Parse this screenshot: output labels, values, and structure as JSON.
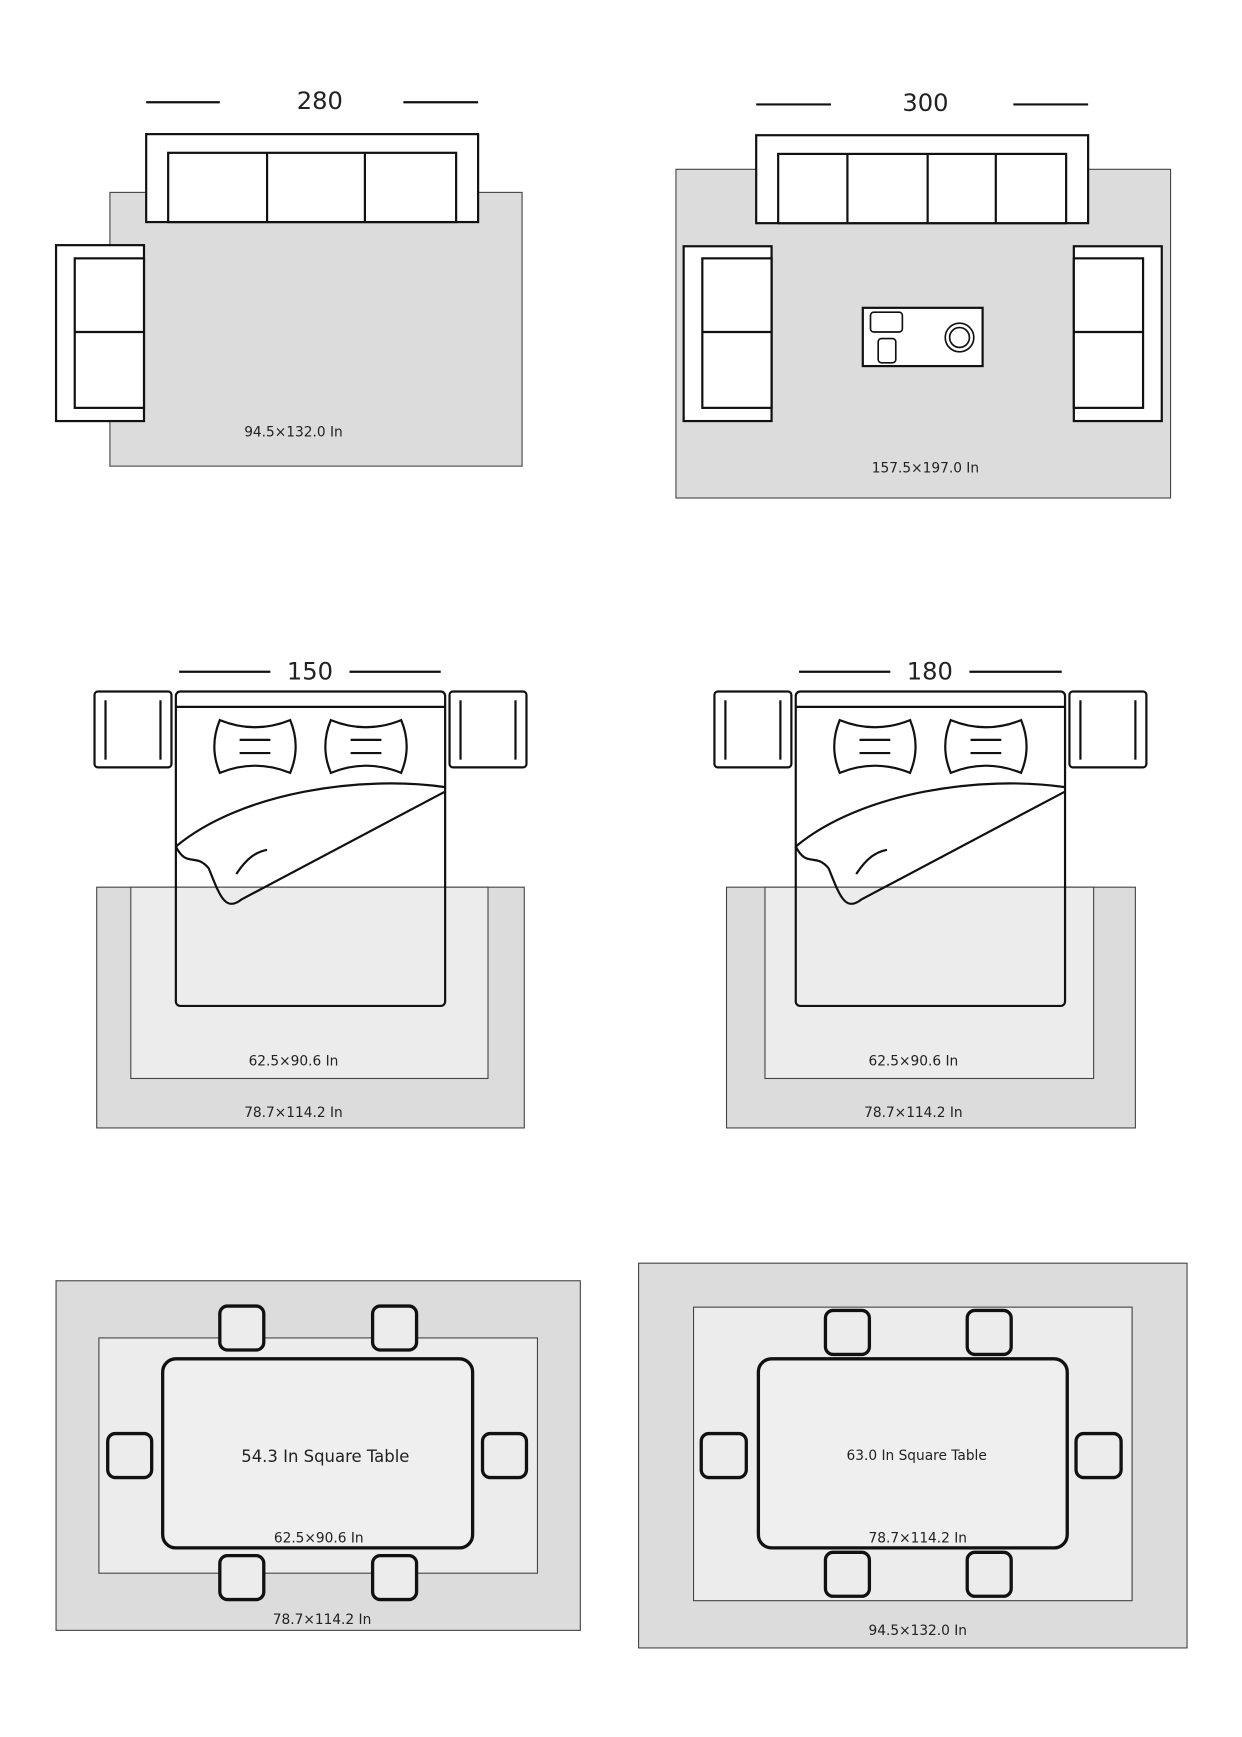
{
  "living_room_small": {
    "width_label": "280",
    "rug_size": "94.5×132.0 In"
  },
  "living_room_large": {
    "width_label": "300",
    "rug_size": "157.5×197.0 In"
  },
  "bedroom_150": {
    "width_label": "150",
    "inner_rug_size": "62.5×90.6 In",
    "outer_rug_size": "78.7×114.2 In"
  },
  "bedroom_180": {
    "width_label": "180",
    "inner_rug_size": "62.5×90.6 In",
    "outer_rug_size": "78.7×114.2 In"
  },
  "dining_small": {
    "table_label": "54.3 In Square Table",
    "inner_rug_size": "62.5×90.6 In",
    "outer_rug_size": "78.7×114.2 In"
  },
  "dining_large": {
    "table_label": "63.0 In Square Table",
    "inner_rug_size": "78.7×114.2 In",
    "outer_rug_size": "94.5×132.0 In"
  },
  "colors": {
    "rug": "#dcdcdc",
    "inner_rug": "#ececec",
    "line": "#111111"
  }
}
